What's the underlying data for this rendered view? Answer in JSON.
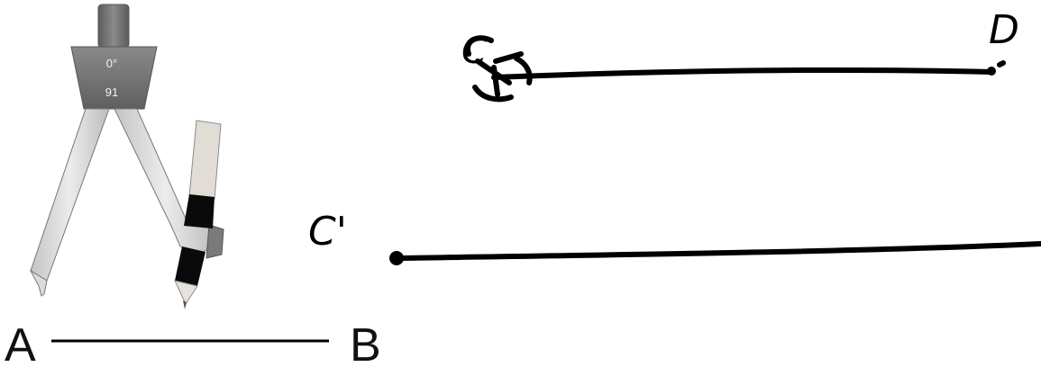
{
  "compass": {
    "angle_label": "0°",
    "radius_label": "91"
  },
  "segment_ab": {
    "start_label": "A",
    "end_label": "B"
  },
  "handwriting": {
    "upper_left_label": "C",
    "upper_right_label": "D",
    "lower_left_label": "C'"
  },
  "colors": {
    "ink": "#000000",
    "compass_dark": "#6e6e6e",
    "compass_light": "#d9d9d9",
    "pencil_wood": "#e2dcd6",
    "pencil_grip": "#0a0a0a",
    "text": "#111111"
  }
}
